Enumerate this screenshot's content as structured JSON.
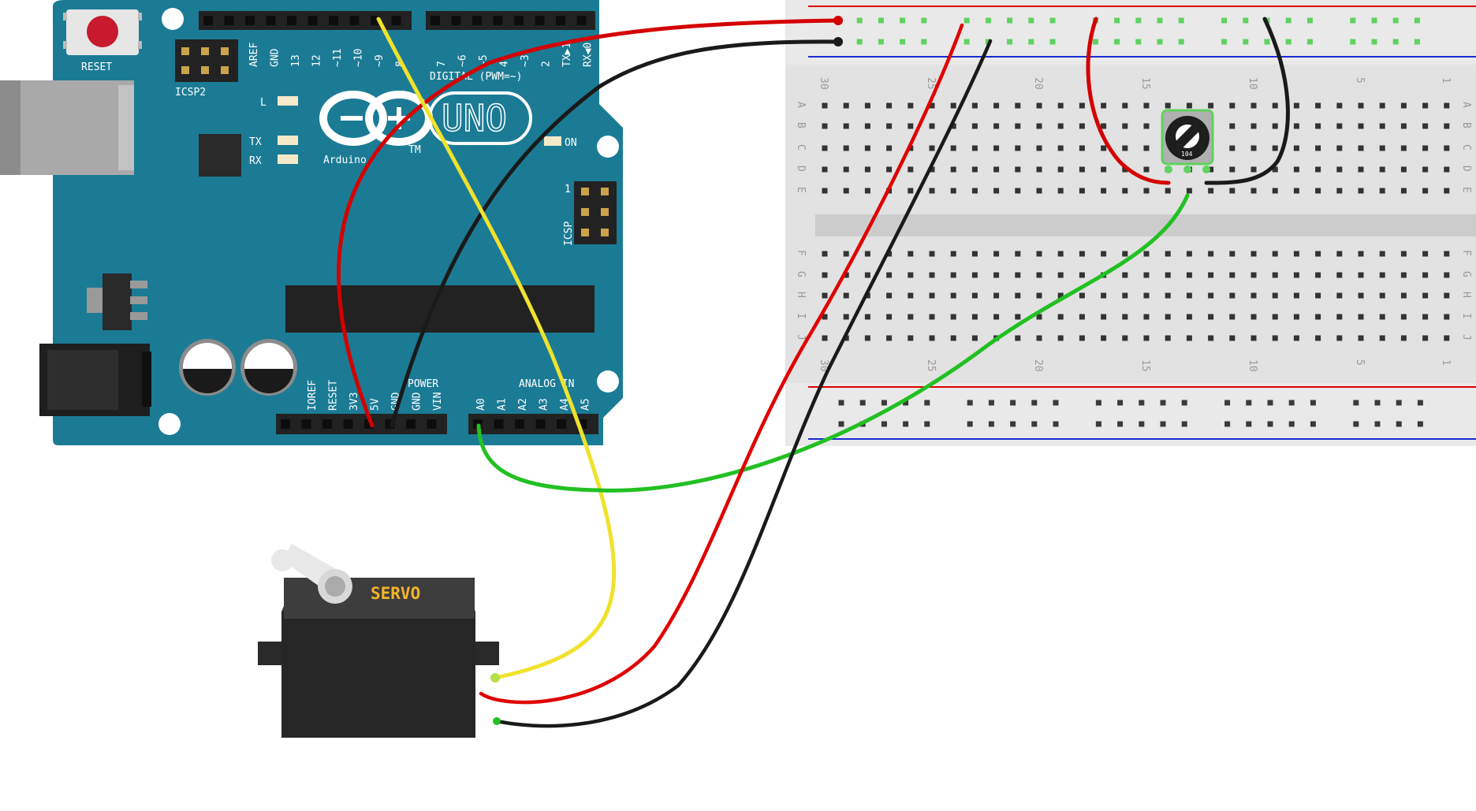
{
  "arduino": {
    "reset_label": "RESET",
    "icsp2_label": "ICSP2",
    "icsp_label": "ICSP",
    "icsp_pin1": "1",
    "digital_header_labels": [
      "AREF",
      "GND",
      "13",
      "12",
      "~11",
      "~10",
      "~9",
      "8"
    ],
    "digital_header_labels2": [
      "7",
      "~6",
      "~5",
      "4",
      "~3",
      "2",
      "TX▶1",
      "RX◀0"
    ],
    "digital_caption": "DIGITAL (PWM=~)",
    "led_l": "L",
    "led_tx": "TX",
    "led_rx": "RX",
    "on_label": "ON",
    "uno_label": "UNO",
    "brand": "Arduino",
    "tm": "TM",
    "power_caption": "POWER",
    "power_labels": [
      "IOREF",
      "RESET",
      "3V3",
      "5V",
      "GND",
      "GND",
      "VIN"
    ],
    "analog_caption": "ANALOG IN",
    "analog_labels": [
      "A0",
      "A1",
      "A2",
      "A3",
      "A4",
      "A5"
    ]
  },
  "breadboard": {
    "col_numbers": [
      "30",
      "25",
      "20",
      "15",
      "10",
      "5",
      "1"
    ],
    "rows_top": [
      "A",
      "B",
      "C",
      "D",
      "E"
    ],
    "rows_bottom": [
      "F",
      "G",
      "H",
      "I",
      "J"
    ]
  },
  "potentiometer": {
    "marking": "104"
  },
  "servo": {
    "label": "SERVO"
  },
  "wires": [
    {
      "name": "red-wire",
      "color": "#d40000"
    },
    {
      "name": "black-wire",
      "color": "#1a1a1a"
    },
    {
      "name": "yellow-wire",
      "color": "#f0e22c"
    },
    {
      "name": "green-wire",
      "color": "#22c022"
    }
  ],
  "colors": {
    "board": "#1b7b95",
    "breadboard": "#e2e2e2",
    "rail_red": "#e00000",
    "rail_blue": "#1a2ad0",
    "hole_green": "#5fd25f"
  }
}
